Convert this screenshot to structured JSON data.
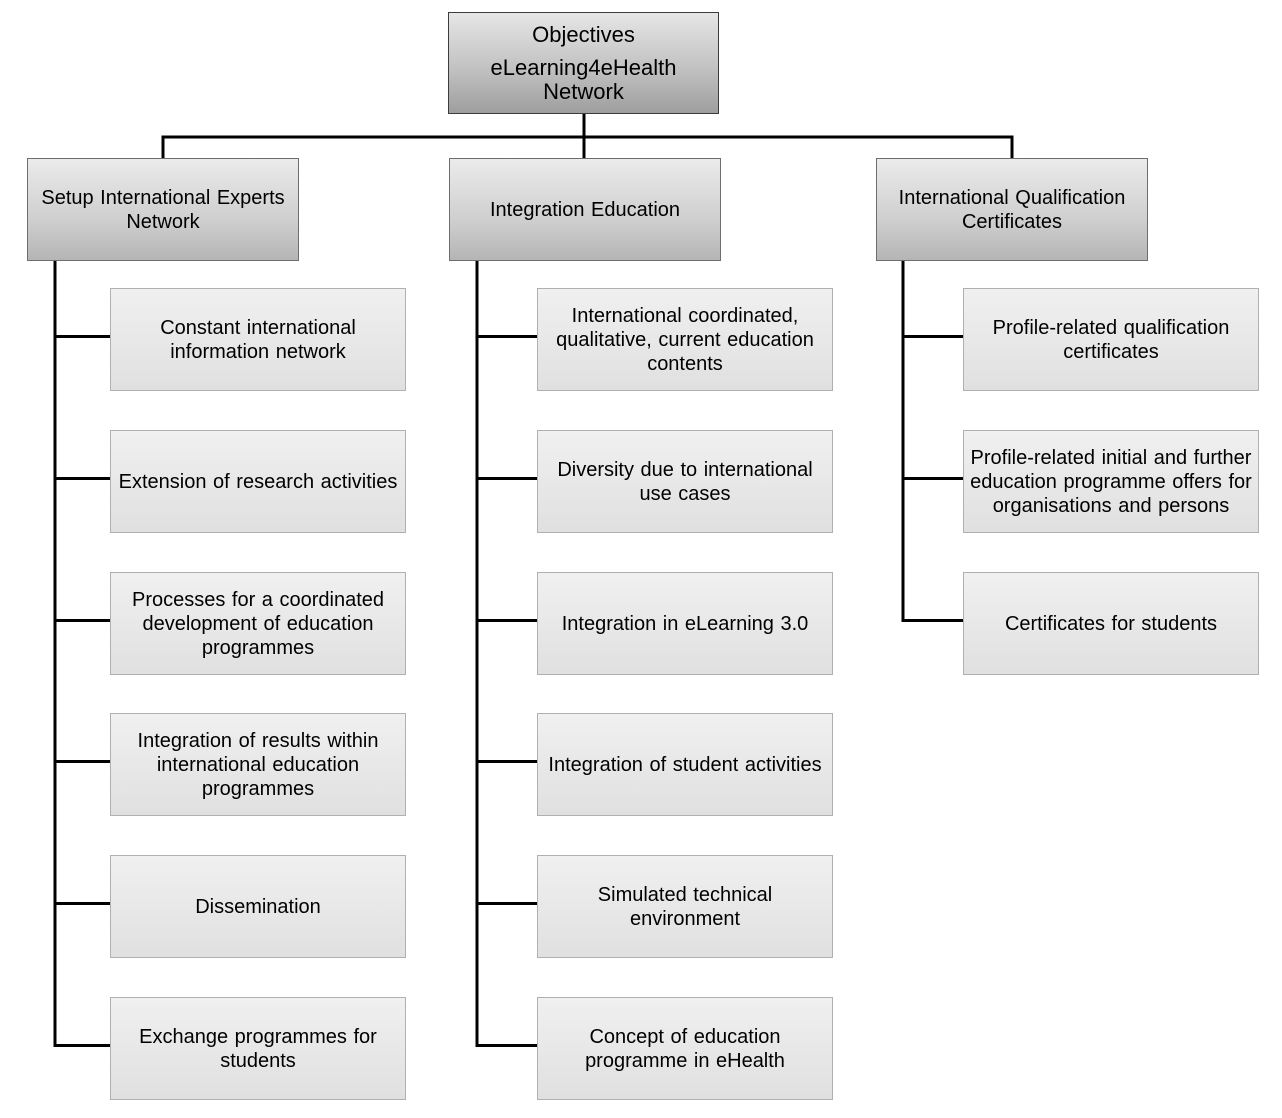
{
  "root": {
    "title": "Objectives",
    "subtitle": "eLearning4eHealth Network"
  },
  "columns": [
    {
      "title": "Setup International  Experts Network",
      "items": [
        "Constant international information network",
        "Extension of research activities",
        "Processes for a coordinated development  of education programmes",
        "Integration  of results within international education programmes",
        "Dissemination",
        "Exchange programmes for students"
      ]
    },
    {
      "title": "Integration  Education",
      "items": [
        "International  coordinated, qualitative,  current education contents",
        "Diversity due to international use cases",
        "Integration  in eLearning 3.0",
        "Integration  of student activities",
        "Simulated  technical environment",
        "Concept of education programme  in eHealth"
      ]
    },
    {
      "title": "International  Qualification Certificates",
      "items": [
        "Profile-related qualification certificates",
        "Profile-related initial and further education programme offers for organisations and persons",
        "Certificates for students"
      ]
    }
  ]
}
